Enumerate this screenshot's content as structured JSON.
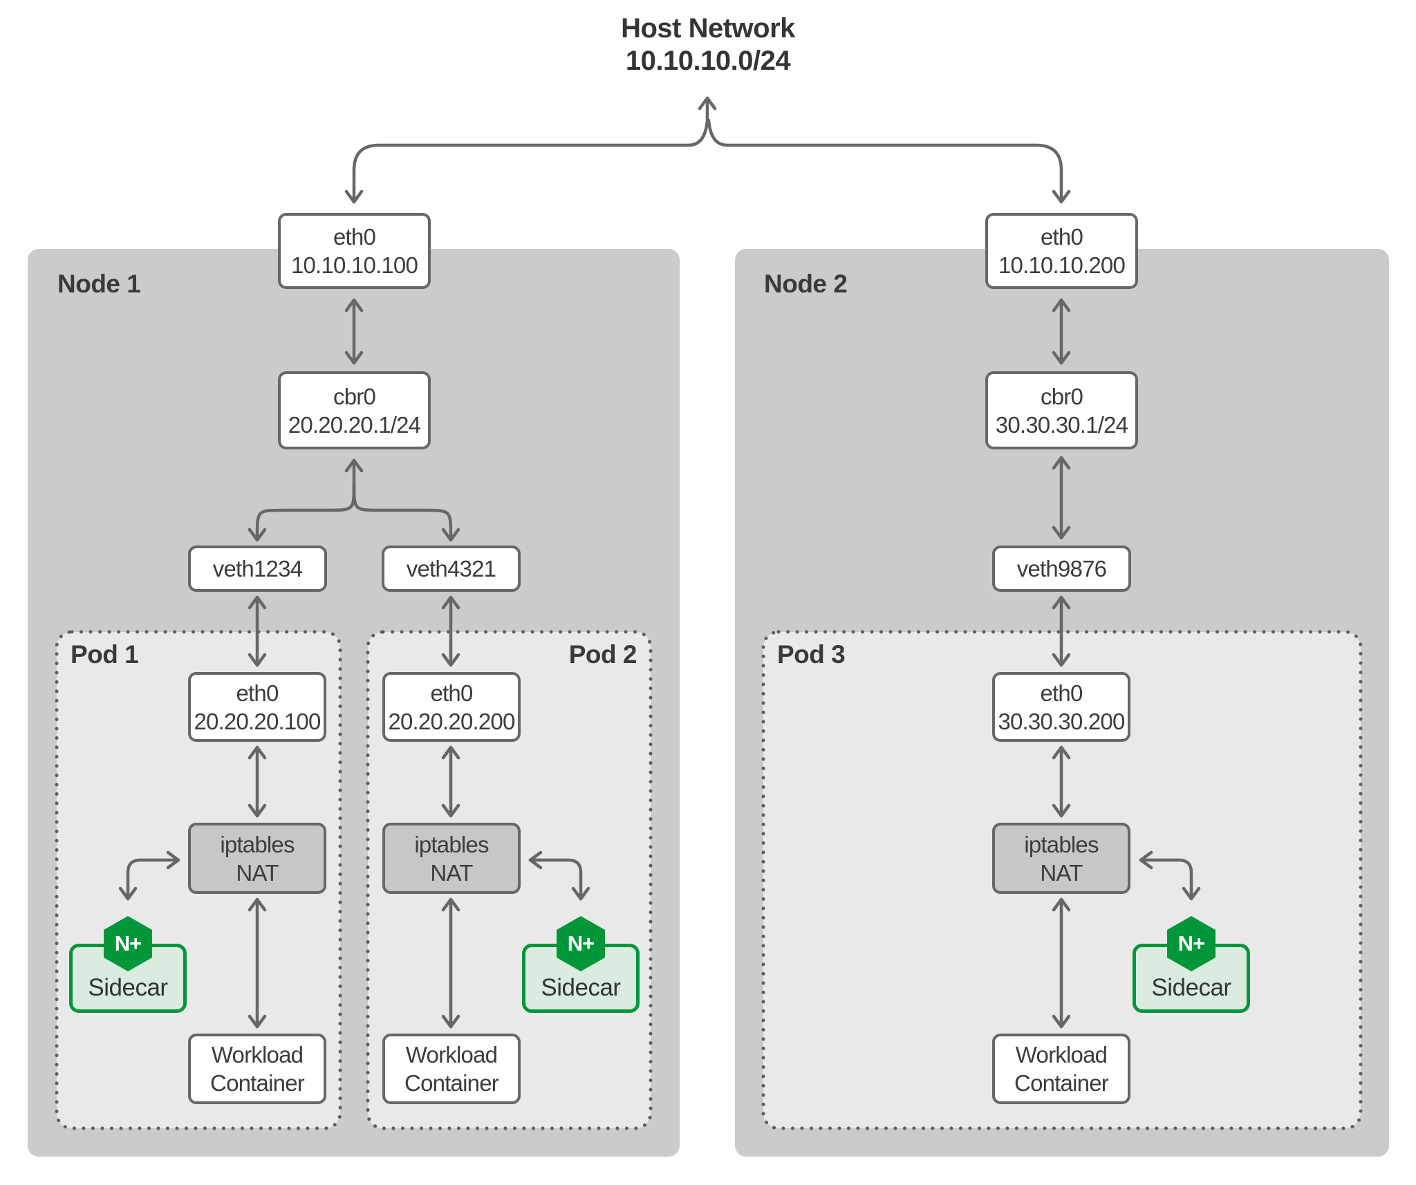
{
  "title": {
    "line1": "Host Network",
    "line2": "10.10.10.0/24"
  },
  "node1": {
    "label": "Node 1",
    "eth0_name": "eth0",
    "eth0_ip": "10.10.10.100",
    "cbr0_name": "cbr0",
    "cbr0_ip": "20.20.20.1/24",
    "veth1": "veth1234",
    "veth2": "veth4321"
  },
  "node2": {
    "label": "Node 2",
    "eth0_name": "eth0",
    "eth0_ip": "10.10.10.200",
    "cbr0_name": "cbr0",
    "cbr0_ip": "30.30.30.1/24",
    "veth": "veth9876"
  },
  "pod1": {
    "label": "Pod 1",
    "eth0_name": "eth0",
    "eth0_ip": "20.20.20.100",
    "nat_line1": "iptables",
    "nat_line2": "NAT",
    "sidecar_icon": "N+",
    "sidecar_label": "Sidecar",
    "workload_line1": "Workload",
    "workload_line2": "Container"
  },
  "pod2": {
    "label": "Pod 2",
    "eth0_name": "eth0",
    "eth0_ip": "20.20.20.200",
    "nat_line1": "iptables",
    "nat_line2": "NAT",
    "sidecar_icon": "N+",
    "sidecar_label": "Sidecar",
    "workload_line1": "Workload",
    "workload_line2": "Container"
  },
  "pod3": {
    "label": "Pod 3",
    "eth0_name": "eth0",
    "eth0_ip": "30.30.30.200",
    "nat_line1": "iptables",
    "nat_line2": "NAT",
    "sidecar_icon": "N+",
    "sidecar_label": "Sidecar",
    "workload_line1": "Workload",
    "workload_line2": "Container"
  },
  "colors": {
    "nginx_green": "#009639",
    "sidecar_fill": "#d9ecdf",
    "node_bg": "#cbcbcb",
    "pod_bg": "#e9e9e9",
    "line": "#676767"
  }
}
